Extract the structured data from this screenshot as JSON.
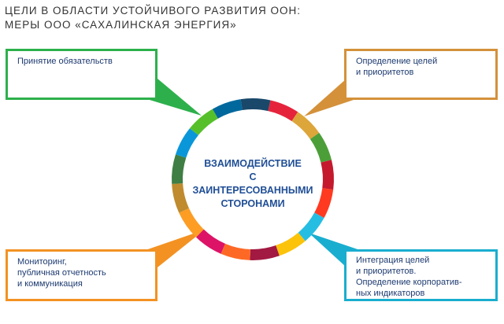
{
  "title": {
    "line1": "ЦЕЛИ В ОБЛАСТИ УСТОЙЧИВОГО РАЗВИТИЯ ООН:",
    "line2": "МЕРЫ ООО «САХАЛИНСКАЯ ЭНЕРГИЯ»"
  },
  "center": {
    "line1": "ВЗАИМОДЕЙСТВИЕ",
    "line2": "С ЗАИНТЕРЕСОВАННЫМИ",
    "line3": "СТОРОНАМИ"
  },
  "boxes": {
    "top_left": {
      "line1": "Принятие обязательств",
      "color": "#2DB04B"
    },
    "top_right": {
      "line1": "Определение целей",
      "line2": "и приоритетов",
      "color": "#D4913A"
    },
    "bottom_left": {
      "line1": "Мониторинг,",
      "line2": "публичная отчетность",
      "line3": "и коммуникация",
      "color": "#F39222"
    },
    "bottom_right": {
      "line1": "Интеграция целей",
      "line2": "и приоритетов.",
      "line3": "Определение корпоратив-",
      "line4": "ных индикаторов",
      "color": "#19AECF"
    }
  },
  "ring_colors": [
    "#E5243B",
    "#DDA63A",
    "#4C9F38",
    "#C5192D",
    "#FF3A21",
    "#26BDE2",
    "#FCC30B",
    "#A21942",
    "#FD6925",
    "#DD1367",
    "#FD9D24",
    "#BF8B2E",
    "#3F7E44",
    "#0A97D9",
    "#56C02B",
    "#00689D",
    "#19486A"
  ]
}
